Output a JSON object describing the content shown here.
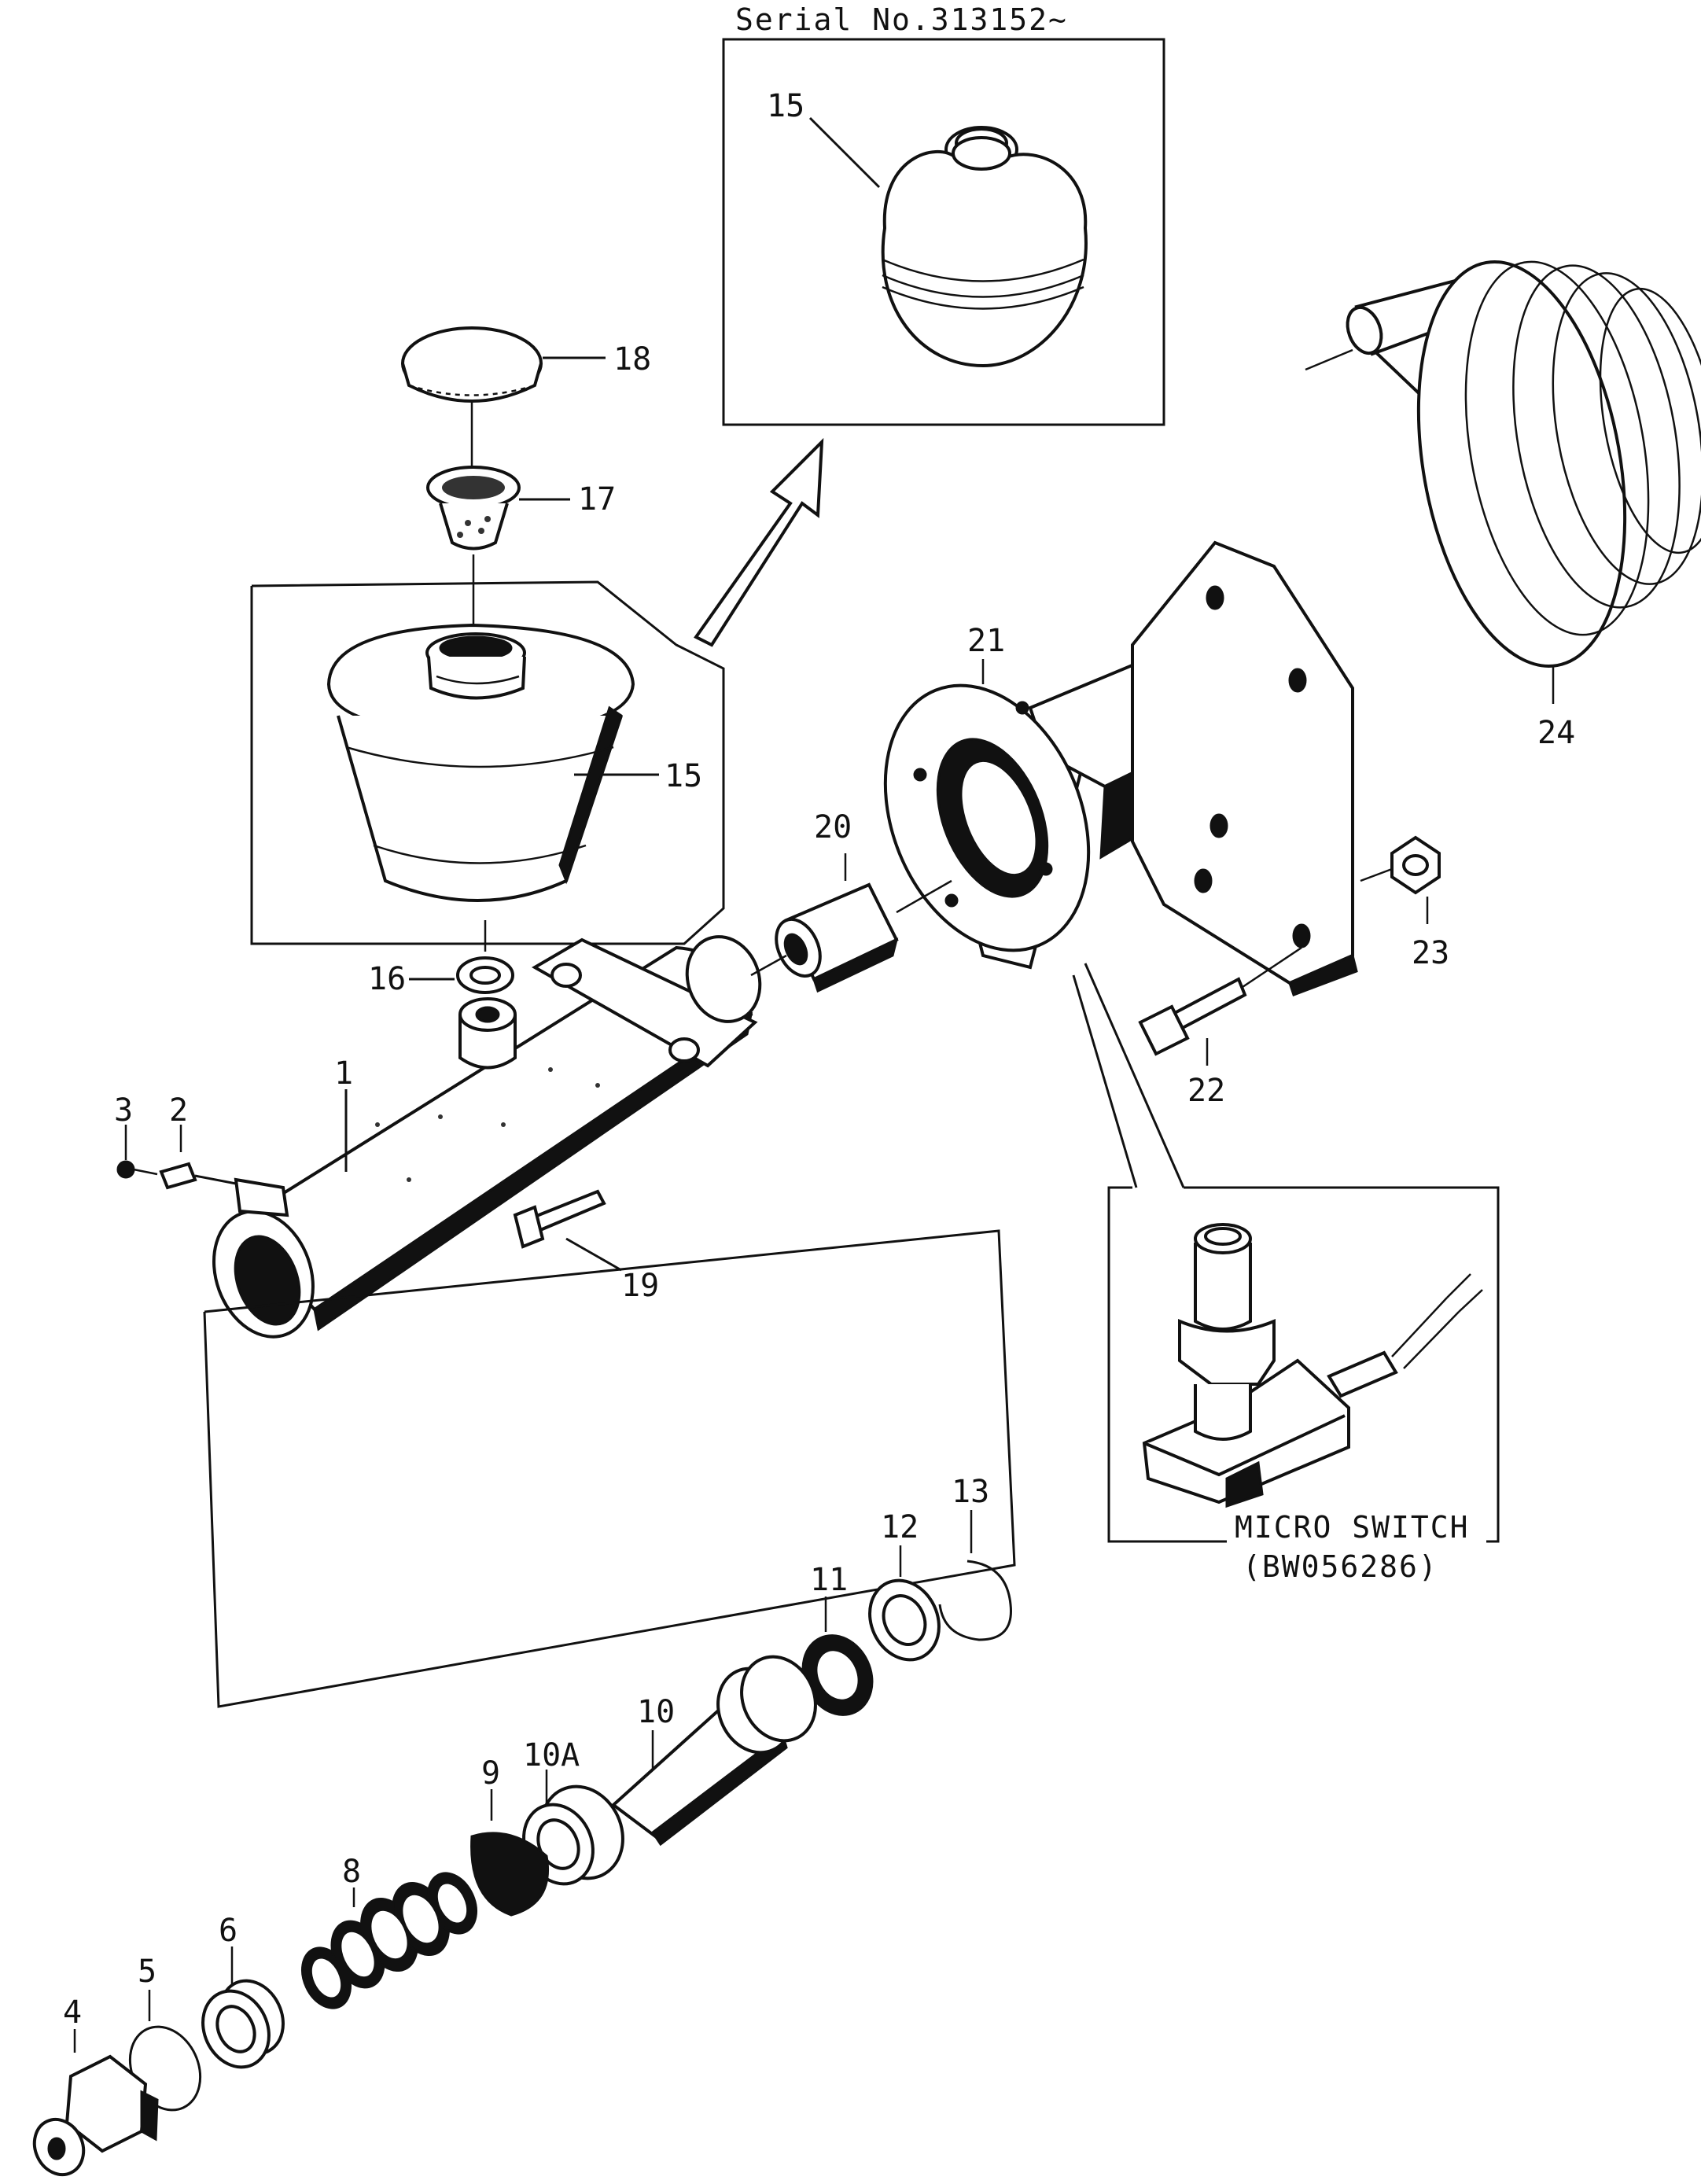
{
  "header": {
    "serial_caption": "Serial No.313152~"
  },
  "callouts": {
    "c1": "1",
    "c2": "2",
    "c3": "3",
    "c4": "4",
    "c5": "5",
    "c6": "6",
    "c8": "8",
    "c9": "9",
    "c10": "10",
    "c10a": "10A",
    "c11": "11",
    "c12": "12",
    "c13": "13",
    "c15_inset": "15",
    "c15": "15",
    "c16": "16",
    "c17": "17",
    "c18": "18",
    "c19": "19",
    "c20": "20",
    "c21": "21",
    "c22": "22",
    "c23": "23",
    "c24": "24"
  },
  "micro_switch": {
    "name": "MICRO SWITCH",
    "code": "(BW056286)"
  }
}
